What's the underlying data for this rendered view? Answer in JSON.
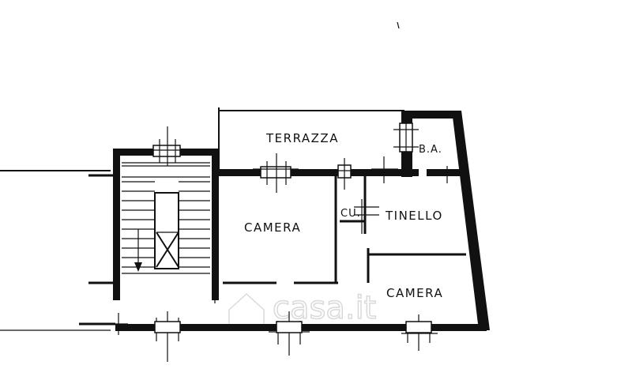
{
  "plan": {
    "rooms": [
      {
        "id": "terrazza",
        "label": "TERRAZZA"
      },
      {
        "id": "ba",
        "label": "B.A."
      },
      {
        "id": "cu",
        "label": "CU."
      },
      {
        "id": "tinello",
        "label": "TINELLO"
      },
      {
        "id": "camera1",
        "label": "CAMERA"
      },
      {
        "id": "camera2",
        "label": "CAMERA"
      }
    ]
  },
  "watermark": {
    "text": "casa.it"
  }
}
